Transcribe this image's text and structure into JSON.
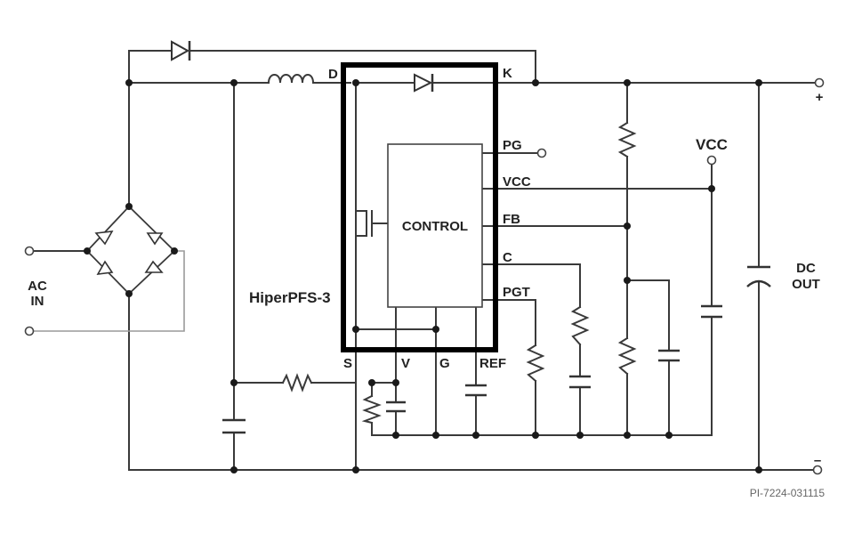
{
  "part_name": "HiperPFS-3",
  "control_block": "CONTROL",
  "pins": {
    "d": "D",
    "k": "K",
    "pg": "PG",
    "vcc": "VCC",
    "fb": "FB",
    "c": "C",
    "pgt": "PGT",
    "s": "S",
    "v": "V",
    "g": "G",
    "ref": "REF"
  },
  "ac_in": {
    "line1": "AC",
    "line2": "IN"
  },
  "dc_out": {
    "line1": "DC",
    "line2": "OUT"
  },
  "vcc_terminal": "VCC",
  "output_plus": "+",
  "output_minus": "–",
  "figure_ref": "PI-7224-031115"
}
